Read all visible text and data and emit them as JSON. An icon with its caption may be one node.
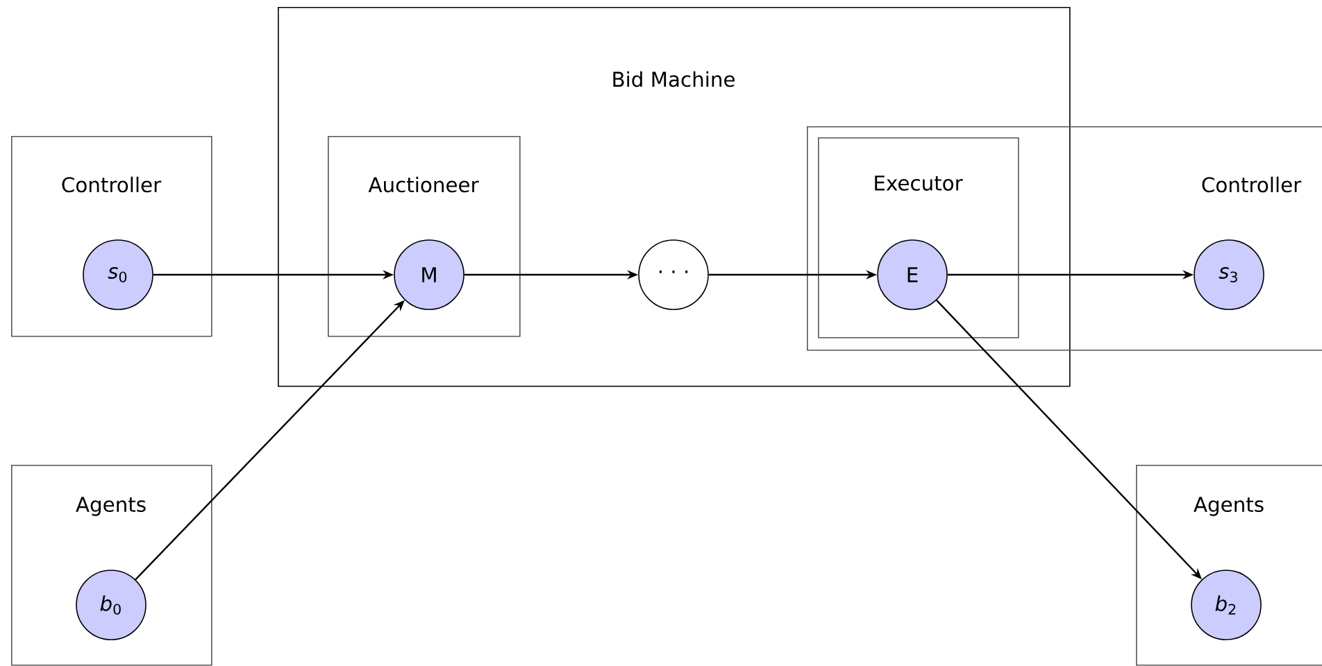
{
  "diagram": {
    "nodes": [
      {
        "text": [
          "Bid Machine"
        ]
      },
      {
        "text": [
          "Controller"
        ]
      },
      {
        "text": [
          "*s*$_{0}$"
        ],
        "in": 1
      },
      {
        "text": [
          "Auctioneer"
        ],
        "in": 0
      },
      {
        "text": [
          "M"
        ],
        "in": 3
      },
      {
        "text": [
          "· · ·"
        ],
        "in": 0
      },
      {
        "text": [
          "Controller"
        ]
      },
      {
        "text": [
          "Executor"
        ]
      },
      {
        "text": [
          "E"
        ],
        "in": 7
      },
      {
        "text": [
          "*s*$_{3}$"
        ],
        "in": 6
      },
      {
        "text": [
          "Agents"
        ]
      },
      {
        "text": [
          "*b*$_{0}$"
        ],
        "in": 10
      },
      {
        "text": [
          "Agents"
        ]
      },
      {
        "text": [
          "*b*$_{2}$"
        ],
        "in": 12
      }
    ],
    "edges": [
      {
        "from": 2,
        "to": 4,
        "arrow": "to"
      },
      {
        "from": 4,
        "to": 5,
        "arrow": "to"
      },
      {
        "from": 5,
        "to": 8,
        "arrow": "to"
      },
      {
        "from": 8,
        "to": 9,
        "arrow": "to"
      },
      {
        "from": 11,
        "to": 4,
        "arrow": "to"
      },
      {
        "from": 8,
        "to": 13,
        "arrow": "to"
      }
    ]
  }
}
